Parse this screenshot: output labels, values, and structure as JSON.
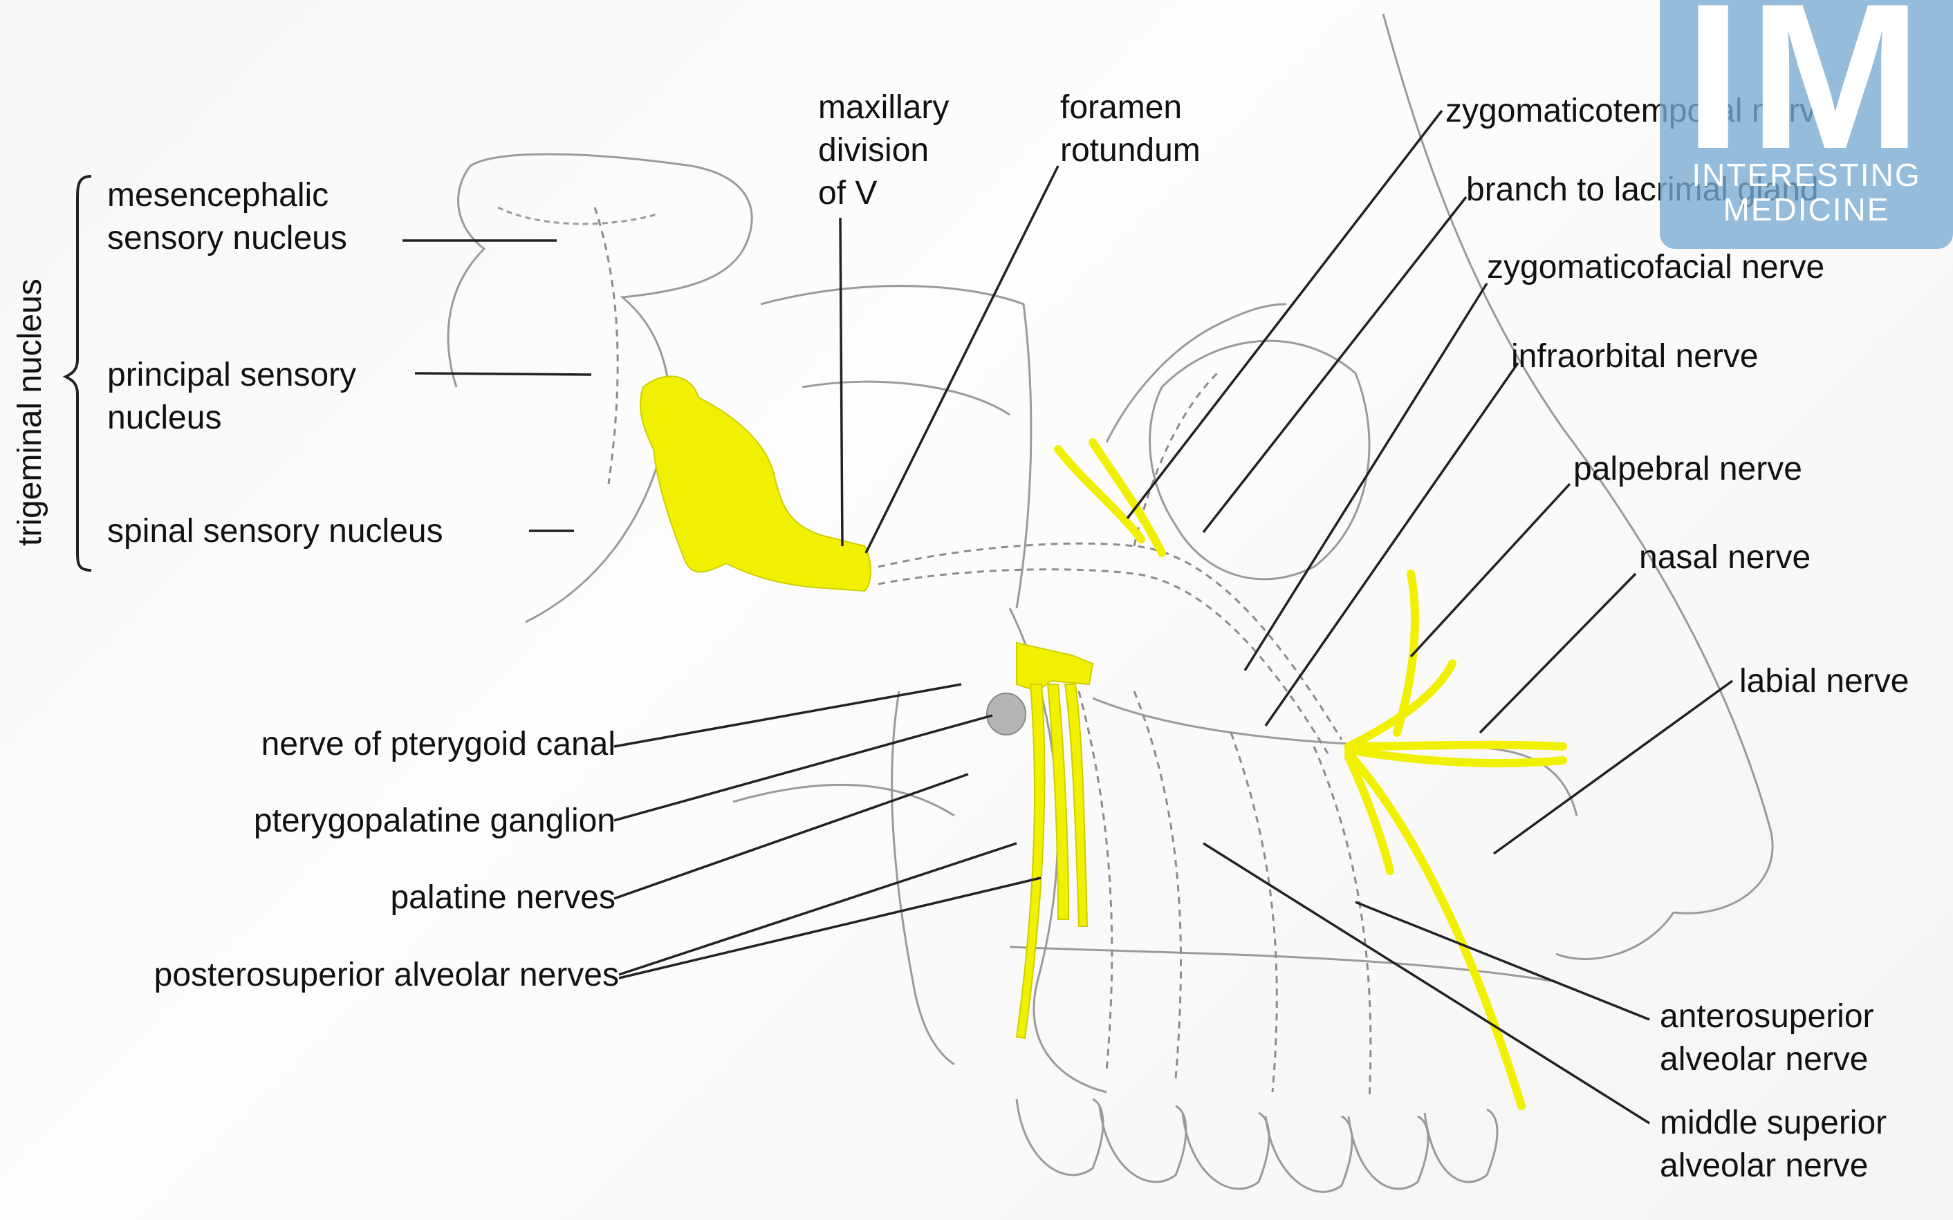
{
  "colors": {
    "nerve_highlight": "#f0f000",
    "line": "#222222",
    "sketch": "#9a9a9a",
    "logo_bg": "#78aad2"
  },
  "labels": {
    "trigeminal_nucleus": "trigeminal nucleus",
    "mesencephalic": "mesencephalic\nsensory nucleus",
    "principal": "principal sensory\nnucleus",
    "spinal": "spinal sensory nucleus",
    "maxillary": "maxillary\ndivision\nof V",
    "foramen": "foramen\nrotundum",
    "zygomaticotemporal": "zygomaticotemporal nerve",
    "lacrimal": "branch to lacrimal gland",
    "zygomaticofacial": "zygomaticofacial nerve",
    "infraorbital": "infraorbital nerve",
    "palpebral": "palpebral nerve",
    "nasal": "nasal nerve",
    "labial": "labial nerve",
    "pterygoid_canal": "nerve of pterygoid canal",
    "pterygopalatine": "pterygopalatine ganglion",
    "palatine": "palatine nerves",
    "posterosuperior": "posterosuperior alveolar nerves",
    "anterosuperior": "anterosuperior\nalveolar nerve",
    "middle_superior": "middle superior\nalveolar nerve"
  },
  "logo": {
    "mark": "IM",
    "text": "INTERESTING\nMEDICINE"
  }
}
